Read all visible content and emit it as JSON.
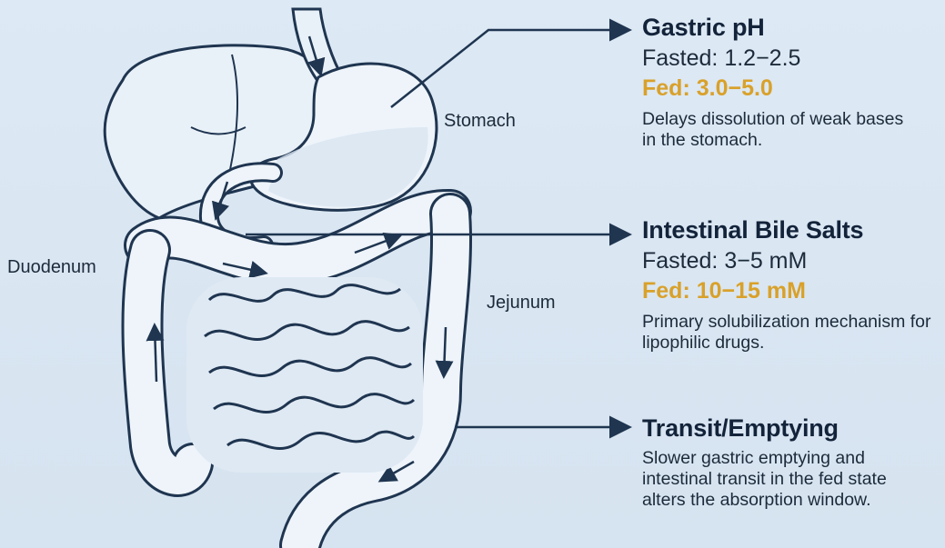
{
  "labels": {
    "stomach": "Stomach",
    "duodenum": "Duodenum",
    "jejunum": "Jejunum"
  },
  "panels": {
    "gastric_ph": {
      "title": "Gastric pH",
      "fasted": "Fasted: 1.2−2.5",
      "fed": "Fed: 3.0−5.0",
      "description": "Delays dissolution of weak bases in the stomach."
    },
    "bile_salts": {
      "title": "Intestinal Bile Salts",
      "fasted": "Fasted: 3−5 mM",
      "fed": "Fed: 10−15 mM",
      "description": "Primary solubilization mechanism for lipophilic drugs."
    },
    "transit": {
      "title": "Transit/Emptying",
      "description": "Slower gastric emptying and intestinal transit in the fed state alters the absorption window."
    }
  },
  "colors": {
    "background": "#d9e6f2",
    "outline": "#1f3550",
    "fed_accent": "#d9a12a",
    "organ_fill": "#e9f1f8"
  }
}
